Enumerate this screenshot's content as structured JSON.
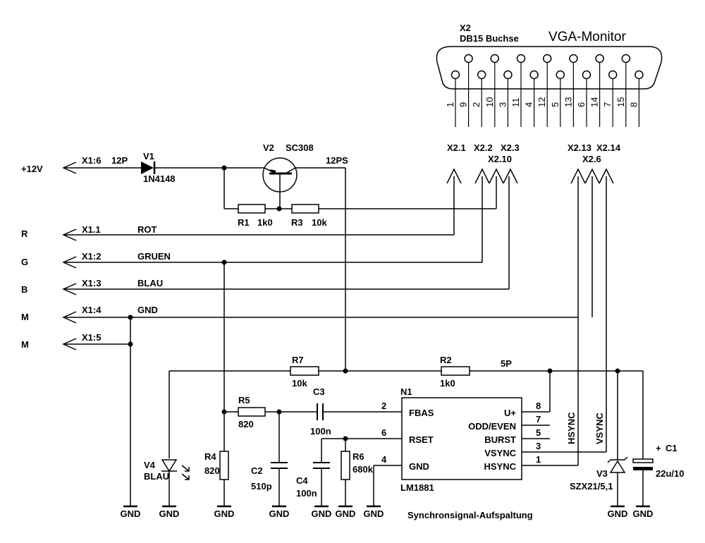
{
  "connector": {
    "ref": "X2",
    "type": "DB15 Buchse",
    "title": "VGA-Monitor",
    "pins": [
      "1",
      "9",
      "2",
      "10",
      "3",
      "11",
      "4",
      "12",
      "5",
      "13",
      "6",
      "14",
      "7",
      "15",
      "8"
    ]
  },
  "left_terminals": [
    {
      "name": "+12V",
      "pin": "X1:6",
      "net": "12P"
    },
    {
      "name": "R",
      "pin": "X1.1",
      "net": "ROT"
    },
    {
      "name": "G",
      "pin": "X1:2",
      "net": "GRUEN"
    },
    {
      "name": "B",
      "pin": "X1:3",
      "net": "BLAU"
    },
    {
      "name": "M",
      "pin": "X1:4",
      "net": "GND"
    },
    {
      "name": "M",
      "pin": "X1:5",
      "net": ""
    }
  ],
  "vga_taps": [
    "X2.1",
    "X2.2",
    "X2.3",
    "X2.10",
    "X2.13",
    "X2.14",
    "X2.6"
  ],
  "components": {
    "V1": {
      "ref": "V1",
      "value": "1N4148"
    },
    "V2": {
      "ref": "V2",
      "value": "SC308"
    },
    "R1": {
      "ref": "R1",
      "value": "1k0"
    },
    "R3": {
      "ref": "R3",
      "value": "10k"
    },
    "R7": {
      "ref": "R7",
      "value": "10k"
    },
    "R2": {
      "ref": "R2",
      "value": "1k0"
    },
    "R5": {
      "ref": "R5",
      "value": "820"
    },
    "R4": {
      "ref": "R4",
      "value": "820"
    },
    "R6": {
      "ref": "R6",
      "value": "680k"
    },
    "C2": {
      "ref": "C2",
      "value": "510p"
    },
    "C3": {
      "ref": "C3",
      "value": "100n"
    },
    "C4": {
      "ref": "C4",
      "value": "100n"
    },
    "C1": {
      "ref": "C1",
      "value": "22u/10",
      "polarity": "+"
    },
    "V3": {
      "ref": "V3",
      "value": "SZX21/5,1"
    },
    "V4": {
      "ref": "V4",
      "value": "BLAU"
    }
  },
  "nets": {
    "p12ps": "12PS",
    "p5": "5P",
    "hsync": "HSYNC",
    "vsync": "VSYNC",
    "gnd": "GND"
  },
  "ic": {
    "ref": "N1",
    "part": "LM1881",
    "left_pins": [
      {
        "num": "2",
        "name": "FBAS"
      },
      {
        "num": "6",
        "name": "RSET"
      },
      {
        "num": "4",
        "name": "GND"
      }
    ],
    "right_pins": [
      {
        "num": "8",
        "name": "U+"
      },
      {
        "num": "7",
        "name": "ODD/EVEN"
      },
      {
        "num": "5",
        "name": "BURST"
      },
      {
        "num": "3",
        "name": "VSYNC"
      },
      {
        "num": "1",
        "name": "HSYNC"
      }
    ]
  },
  "caption": "Synchronsignal-Aufspaltung"
}
